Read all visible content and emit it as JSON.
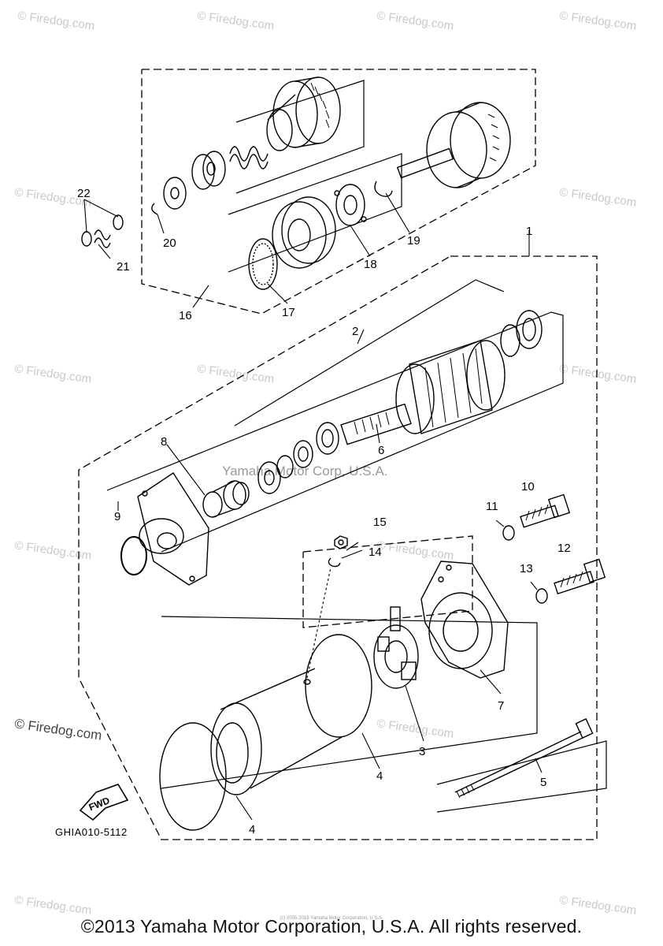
{
  "watermark": "© Firedog.com",
  "center_watermark": "Yamaha Motor Corp, U.S.A.",
  "figure_code": "GHIA010-5112",
  "fwd_label": "FWD",
  "callouts": {
    "c1": "1",
    "c2": "2",
    "c3": "3",
    "c4a": "4",
    "c4b": "4",
    "c5": "5",
    "c6": "6",
    "c7": "7",
    "c8": "8",
    "c9": "9",
    "c10": "10",
    "c11": "11",
    "c12": "12",
    "c13": "13",
    "c14": "14",
    "c15": "15",
    "c16": "16",
    "c17": "17",
    "c18": "18",
    "c19": "19",
    "c20": "20",
    "c21": "21",
    "c22": "22"
  },
  "footer_small": "(c) 2005-2016 Yamaha Motor Corporation, U.S.A.",
  "footer": "©2013 Yamaha Motor Corporation, U.S.A. All rights reserved."
}
